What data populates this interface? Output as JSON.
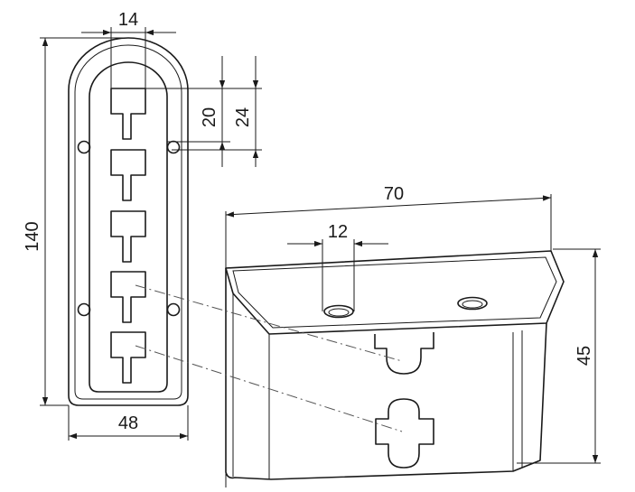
{
  "dimensions": {
    "slot_width": "14",
    "slot_height": "20",
    "slot_pitch": "24",
    "plate_height": "140",
    "plate_width": "48",
    "bracket_width": "70",
    "hole_spacing": "12",
    "bracket_height": "45"
  }
}
